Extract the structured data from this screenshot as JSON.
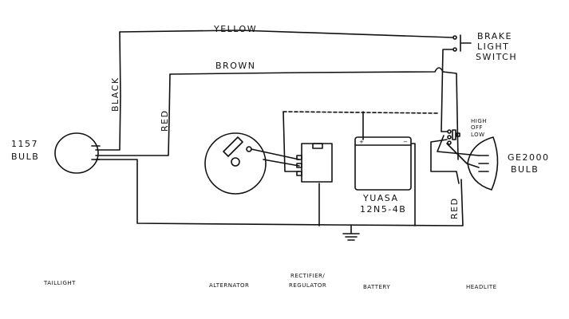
{
  "wires": {
    "yellow": "YELLOW",
    "brown": "BROWN",
    "black": "BLACK",
    "red_taillight": "RED",
    "red_headlight": "RED"
  },
  "components": {
    "taillight_bulb": {
      "line1": "1157",
      "line2": "BULB"
    },
    "battery_model": {
      "line1": "YUASA",
      "line2": "12N5-4B"
    },
    "headlight_bulb": {
      "line1": "GE2000",
      "line2": "BULB"
    },
    "brake_switch": {
      "line1": "BRAKE",
      "line2": "LIGHT",
      "line3": "SWITCH"
    },
    "headlight_switch": {
      "line1": "HIGH",
      "line2": "OFF",
      "line3": "LOW"
    }
  },
  "captions": {
    "taillight": "TAILLIGHT",
    "alternator": "ALTERNATOR",
    "rectifier_line1": "RECTIFIER/",
    "rectifier_line2": "REGULATOR",
    "battery": "BATTERY",
    "headlite": "HEADLITE"
  }
}
